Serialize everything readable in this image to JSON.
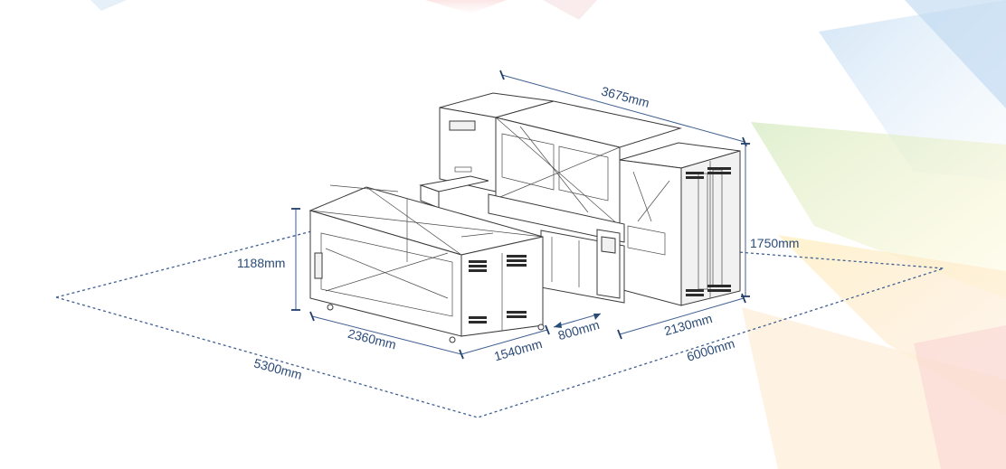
{
  "dimensions": {
    "top_length": "3675mm",
    "height_right": "1750mm",
    "height_left": "1188mm",
    "feeder_length": "2360mm",
    "feeder_depth": "1540mm",
    "gap": "800mm",
    "dryer_depth": "2130mm",
    "floor_width": "6000mm",
    "floor_depth": "5300mm"
  },
  "colors": {
    "dimension_text": "#2a4a78",
    "dimension_line": "#3f5f92",
    "machine_outline": "#3a3a3a"
  }
}
